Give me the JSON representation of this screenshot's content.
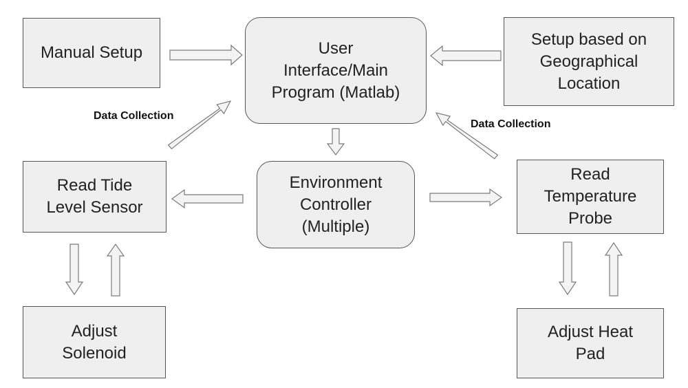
{
  "nodes": {
    "manual_setup": "Manual Setup",
    "user_interface": "User\nInterface/Main\nProgram (Matlab)",
    "geo_setup": "Setup based on\nGeographical\nLocation",
    "read_tide": "Read Tide\nLevel Sensor",
    "env_controller": "Environment\nController\n(Multiple)",
    "read_temp": "Read\nTemperature\nProbe",
    "adjust_solenoid": "Adjust\nSolenoid",
    "adjust_heat_pad": "Adjust Heat\nPad"
  },
  "labels": {
    "data_collection_left": "Data Collection",
    "data_collection_right": "Data Collection"
  },
  "colors": {
    "box_fill": "#efefef",
    "box_border": "#555555",
    "arrow_fill": "#f4f4f4",
    "arrow_stroke": "#7a7a7a"
  }
}
